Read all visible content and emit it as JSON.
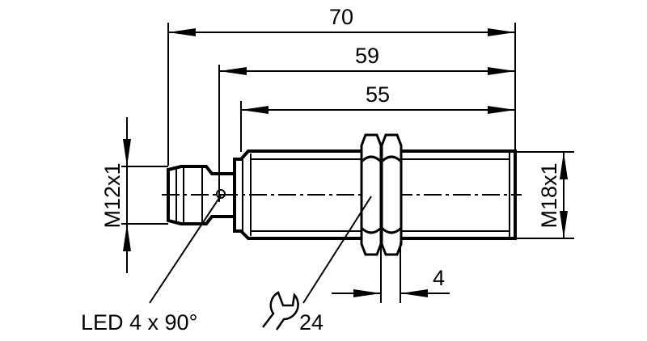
{
  "dimensions": {
    "overall_length": "70",
    "length_to_led": "59",
    "thread_length": "55",
    "connector_thread": "M12x1",
    "body_thread": "M18x1",
    "nut_thickness": "4",
    "wrench_size": "24"
  },
  "labels": {
    "led": "LED 4 x 90°"
  },
  "icons": [
    "wrench-icon"
  ]
}
